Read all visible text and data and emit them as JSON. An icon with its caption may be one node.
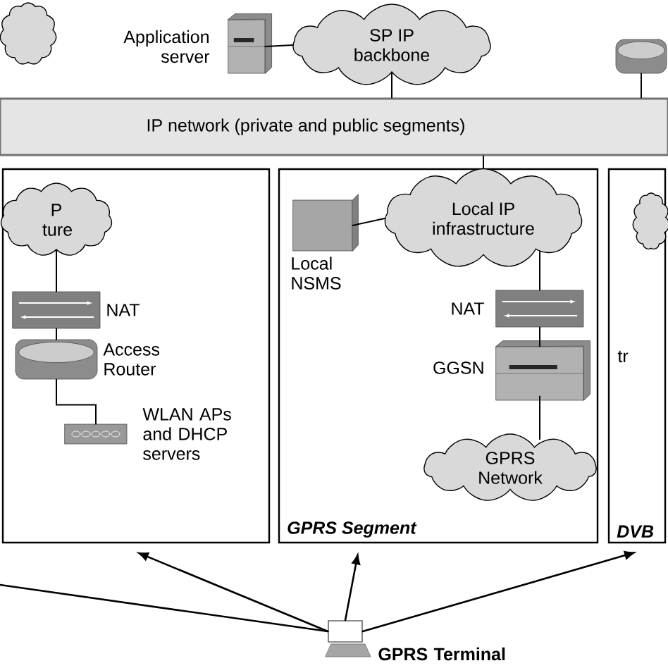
{
  "diagram": {
    "nodes": [
      {
        "text": [],
        "shape": "cloud"
      },
      {
        "text": [],
        "shape": "server",
        "beside": [
          "Application server"
        ]
      },
      {
        "text": [
          "SP IP backbone"
        ]
      },
      {
        "text": [
          "IP network (private and public segments)"
        ]
      },
      {
        "text": [],
        "shape": "router"
      },
      {
        "text": [],
        "shape": "box"
      },
      {
        "text": [
          "P ture"
        ],
        "in": 5
      },
      {
        "text": [],
        "shape": "nat",
        "beside": [
          "NAT"
        ],
        "in": 5
      },
      {
        "text": [],
        "shape": "router",
        "beside": [
          "Access Router"
        ],
        "in": 5
      },
      {
        "text": [],
        "shape": "accesspoint",
        "beside": [
          "WLAN APs and DHCP servers"
        ],
        "in": 5
      },
      {
        "text": [
          "GPRS Segment"
        ]
      },
      {
        "text": [],
        "shape": "box",
        "beside": [
          "Local NSMS"
        ],
        "in": 10
      },
      {
        "text": [
          "Local IP infrastructure"
        ],
        "in": 10
      },
      {
        "text": [],
        "shape": "nat",
        "beside": [
          "NAT"
        ],
        "in": 10
      },
      {
        "text": [],
        "shape": "server",
        "beside": [
          "GGSN"
        ],
        "in": 10
      },
      {
        "text": [
          "GPRS Network"
        ],
        "in": 10
      },
      {
        "text": [
          "DVB"
        ]
      },
      {
        "text": [],
        "shape": "cloud",
        "in": 16
      },
      {
        "text": [],
        "shape": "laptop",
        "beside": [
          "GPRS Terminal"
        ]
      }
    ],
    "edges": [
      {
        "from": 1,
        "to": 2,
        "arrow": "none"
      },
      {
        "from": 2,
        "to": 3,
        "arrow": "none"
      },
      {
        "from": 4,
        "to": 3,
        "arrow": "none"
      },
      {
        "from": 6,
        "to": 7,
        "arrow": "none"
      },
      {
        "from": 7,
        "to": 8,
        "arrow": "none"
      },
      {
        "from": 8,
        "to": 9,
        "arrow": "none"
      },
      {
        "from": 3,
        "to": 12,
        "arrow": "none"
      },
      {
        "from": 11,
        "to": 12,
        "arrow": "none"
      },
      {
        "from": 12,
        "to": 13,
        "arrow": "none"
      },
      {
        "from": 13,
        "to": 14,
        "arrow": "none"
      },
      {
        "from": 14,
        "to": 15,
        "arrow": "none"
      },
      {
        "from": 18,
        "to": 5,
        "arrow": "to"
      },
      {
        "from": 18,
        "to": 10,
        "arrow": "to"
      },
      {
        "from": 18,
        "to": 16,
        "arrow": "to"
      },
      {
        "from": 18,
        "to": null,
        "arrow": "none"
      }
    ],
    "labels": [
      "tr"
    ]
  }
}
